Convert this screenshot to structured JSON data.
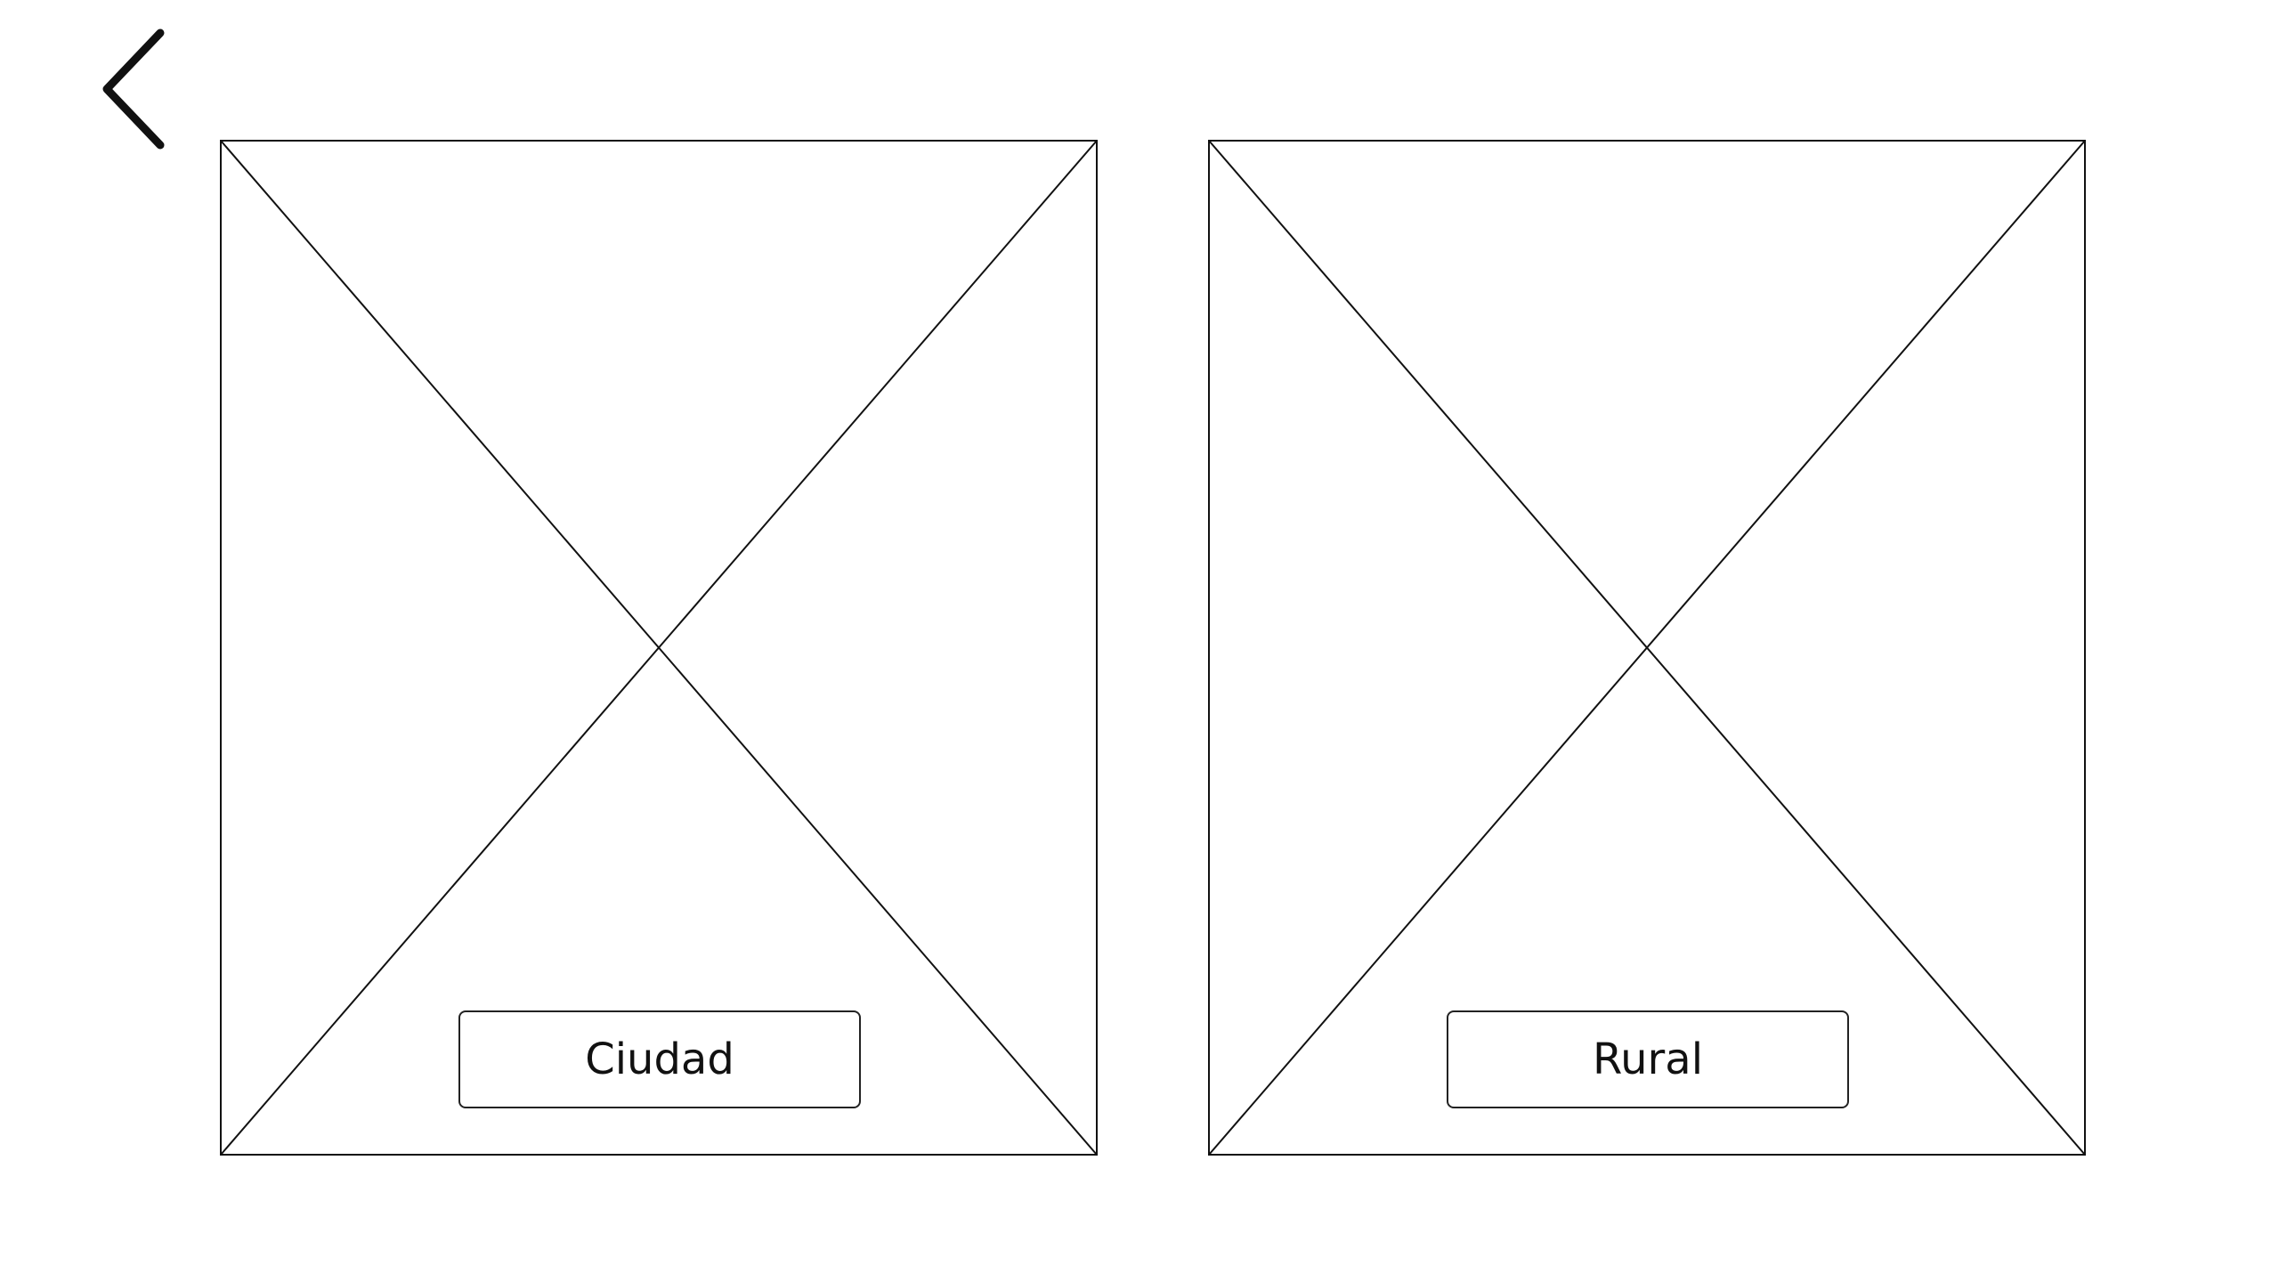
{
  "nav": {
    "back_icon": "chevron-left-icon"
  },
  "cards": [
    {
      "image": "image-placeholder",
      "button_label": "Ciudad"
    },
    {
      "image": "image-placeholder",
      "button_label": "Rural"
    }
  ],
  "colors": {
    "background": "#ffffff",
    "stroke": "#111111",
    "button_border": "#222222",
    "text": "#111111"
  }
}
